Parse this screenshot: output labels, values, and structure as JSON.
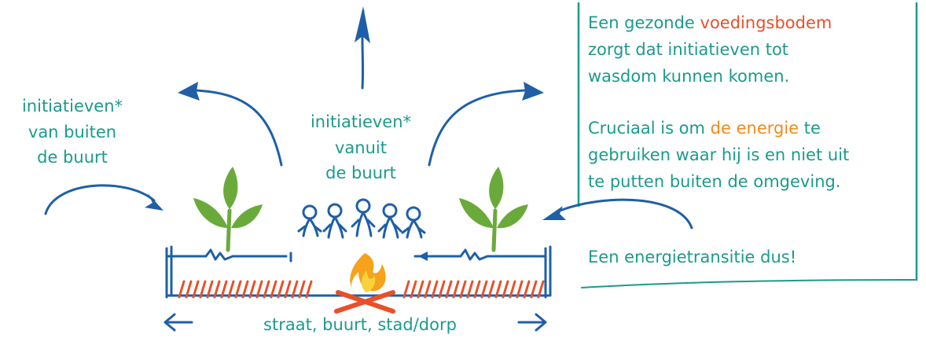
{
  "labels": {
    "outside_line1": "initiatieven*",
    "outside_line2": "van buiten",
    "outside_line3": "de buurt",
    "inside_line1": "initiatieven*",
    "inside_line2": "vanuit",
    "inside_line3": "de buurt",
    "bottom": "straat, buurt, stad/dorp"
  },
  "panel": {
    "p1_pre": "Een gezonde ",
    "p1_highlight": "voedingsbodem",
    "p1_line2": "zorgt dat initiatieven tot",
    "p1_line3": "wasdom kunnen komen.",
    "p2_pre": "Cruciaal is om ",
    "p2_highlight": "de energie",
    "p2_post": " te",
    "p2_line2": "gebruiken waar hij is en niet uit",
    "p2_line3": "te putten buiten de omgeving.",
    "p3": "Een energietransitie dus!"
  },
  "colors": {
    "teal": "#1a9b8c",
    "blue": "#1f5fa8",
    "orange": "#e8502a",
    "green": "#6aaa3a",
    "highlight_orange": "#f08a1c"
  }
}
